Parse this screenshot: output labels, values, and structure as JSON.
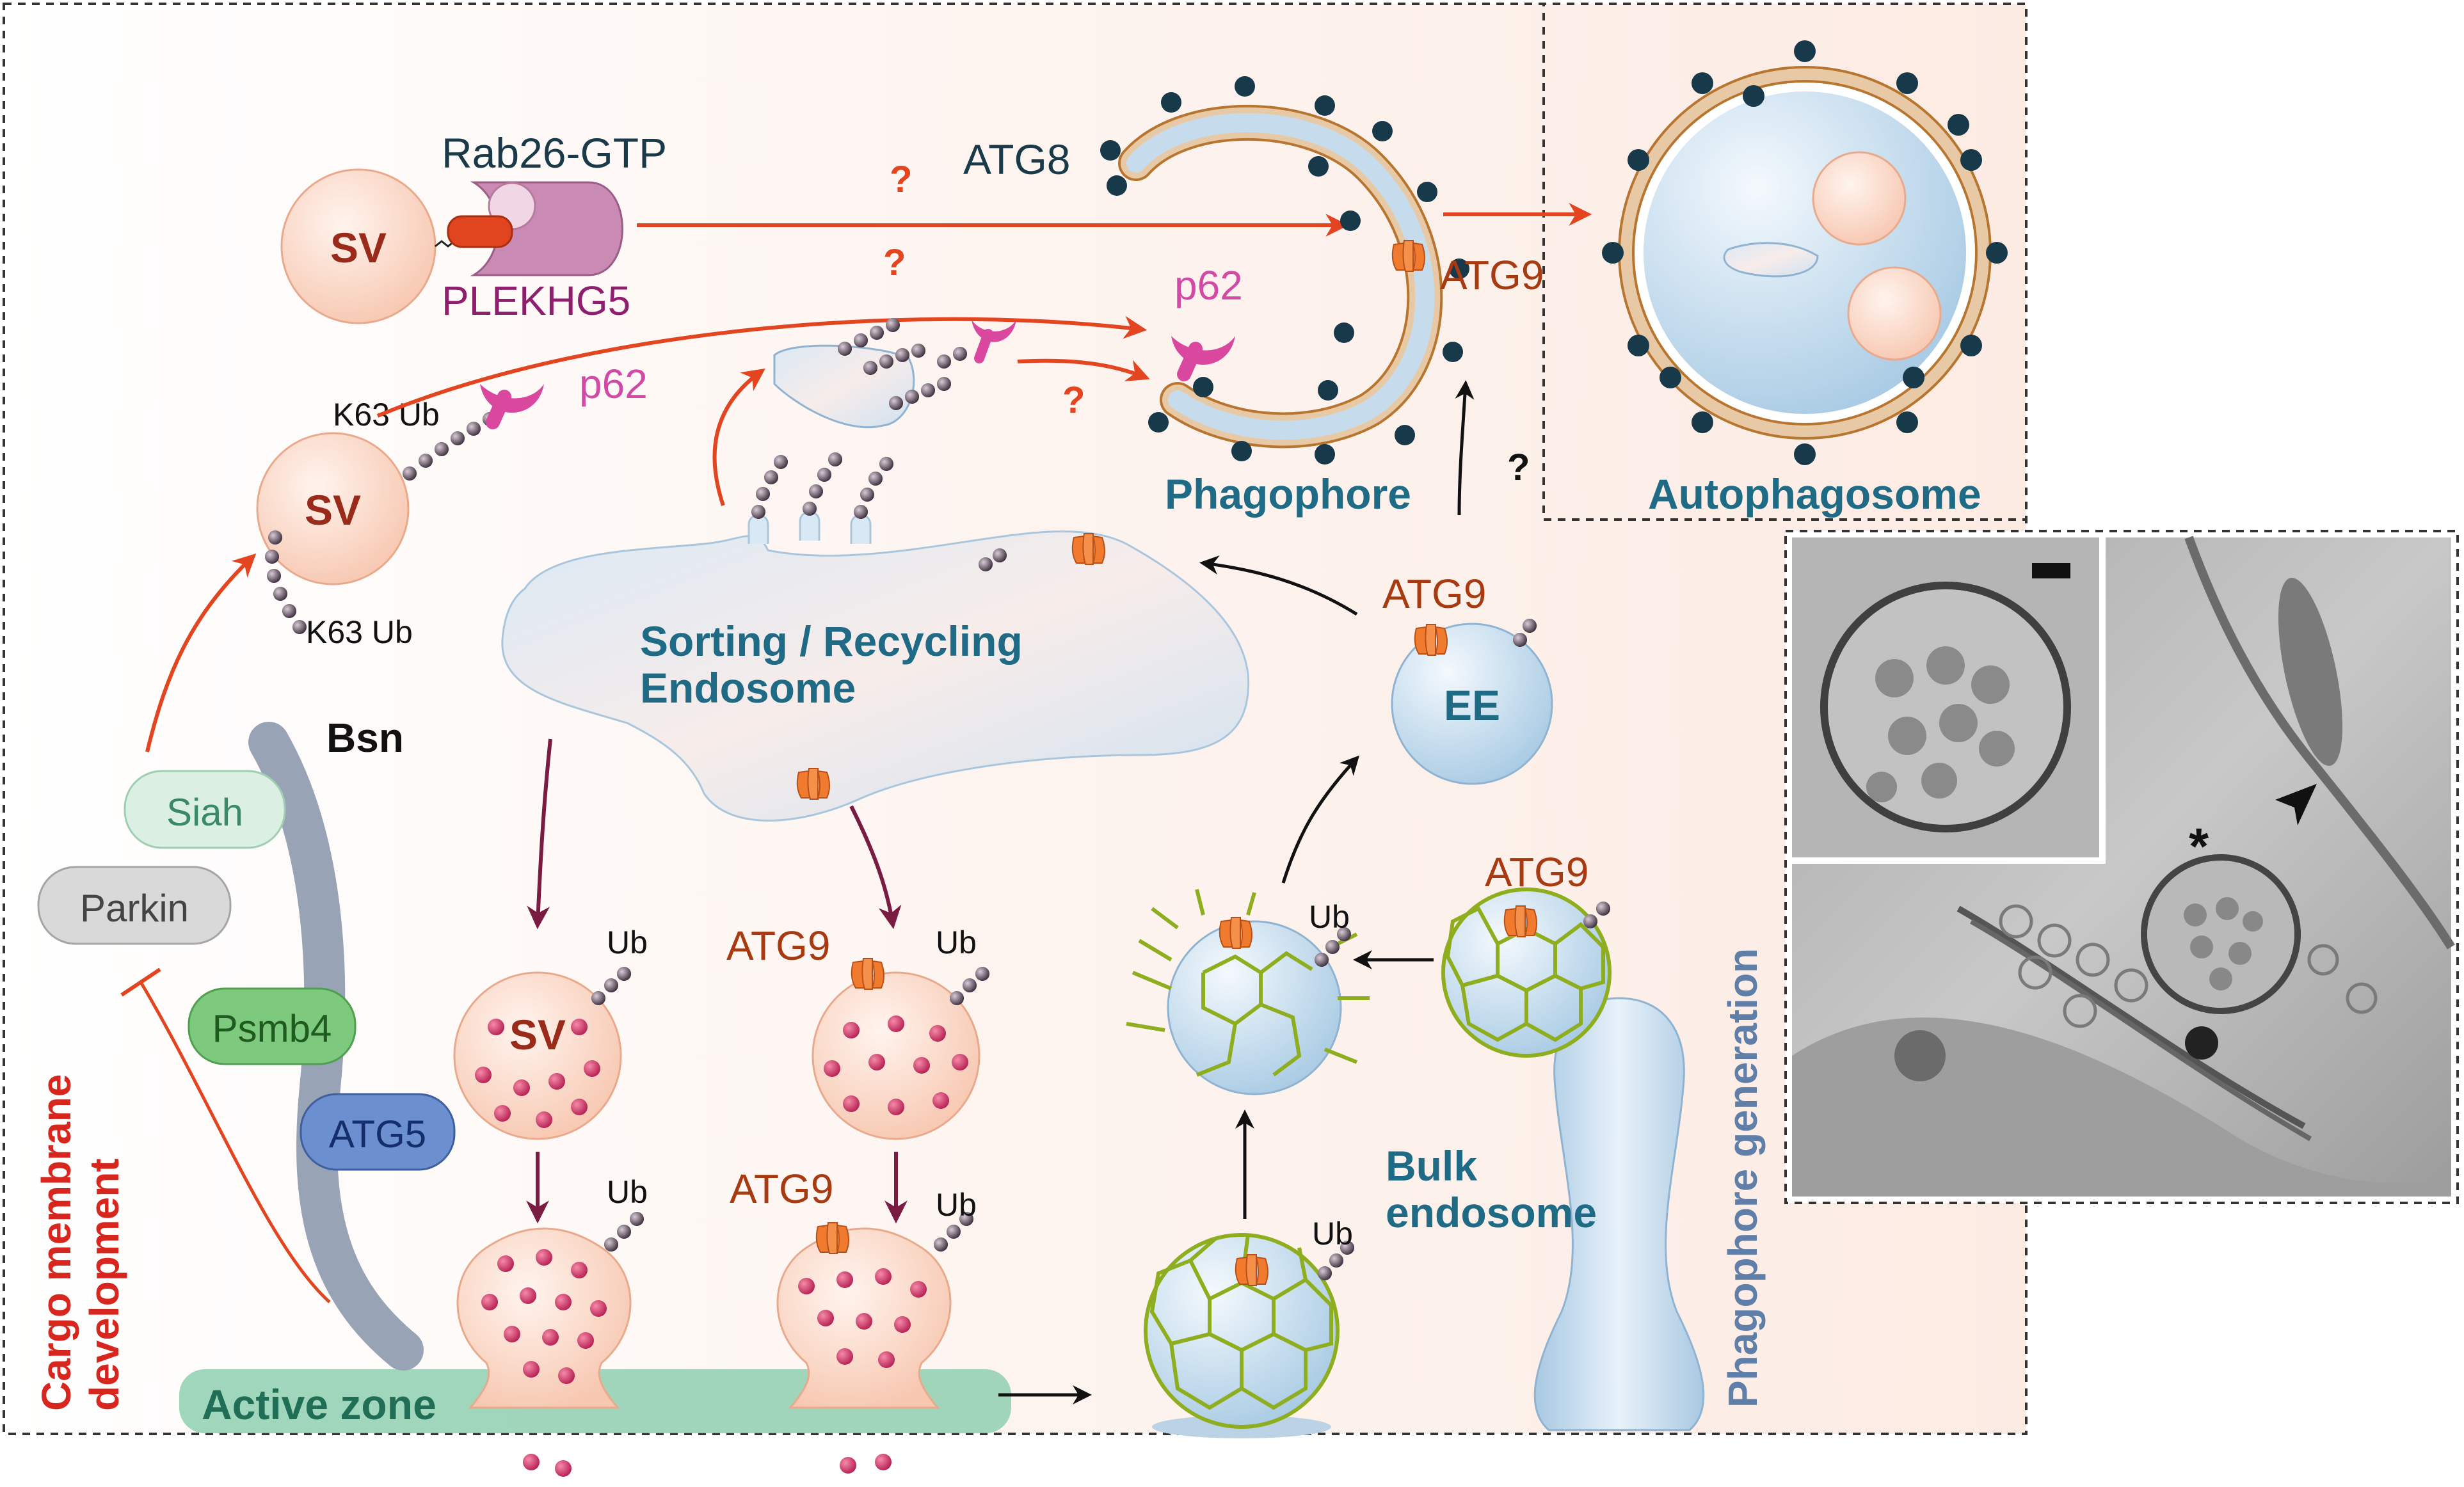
{
  "labels": {
    "rab26": "Rab26-GTP",
    "plekhg5": "PLEKHG5",
    "sv": "SV",
    "atg8": "ATG8",
    "atg9": "ATG9",
    "p62": "p62",
    "k63ub": "K63 Ub",
    "ub": "Ub",
    "bsn": "Bsn",
    "siah": "Siah",
    "parkin": "Parkin",
    "psmb4": "Psmb4",
    "atg5": "ATG5",
    "active_zone": "Active zone",
    "sorting_line1": "Sorting / Recycling",
    "sorting_line2": "Endosome",
    "ee": "EE",
    "bulk_line1": "Bulk",
    "bulk_line2": "endosome",
    "phagophore": "Phagophore",
    "autophagosome": "Autophagosome",
    "phagophore_generation": "Phagophore generation",
    "cargo_line1": "Cargo membrane",
    "cargo_line2": "development",
    "question": "?",
    "asterisk": "*"
  },
  "colors": {
    "red_arrow": "#e2451f",
    "maroon_arrow": "#7a1b42",
    "sv_fill": "#fbd7c6",
    "vesicle_blue": "#cfe3f2",
    "clathrin": "#8fae1f",
    "atg9_orange": "#f07a2e",
    "atg8_dot": "#17394a",
    "p62_pink": "#d9479f",
    "active_zone_green": "#8fcfb0",
    "bsn_gray": "#98a4b6",
    "siah_fill": "#dcefe3",
    "parkin_fill": "#d9d9d9",
    "psmb4_fill": "#7dc97d",
    "atg5_fill": "#6b8fcf",
    "background_tint": "#fdf1ec"
  },
  "icons": [
    "synaptic-vesicle-icon",
    "atg9-protein-icon",
    "p62-receptor-icon",
    "ubiquitin-chain-icon",
    "clathrin-coat-icon",
    "electron-micrograph-image"
  ]
}
